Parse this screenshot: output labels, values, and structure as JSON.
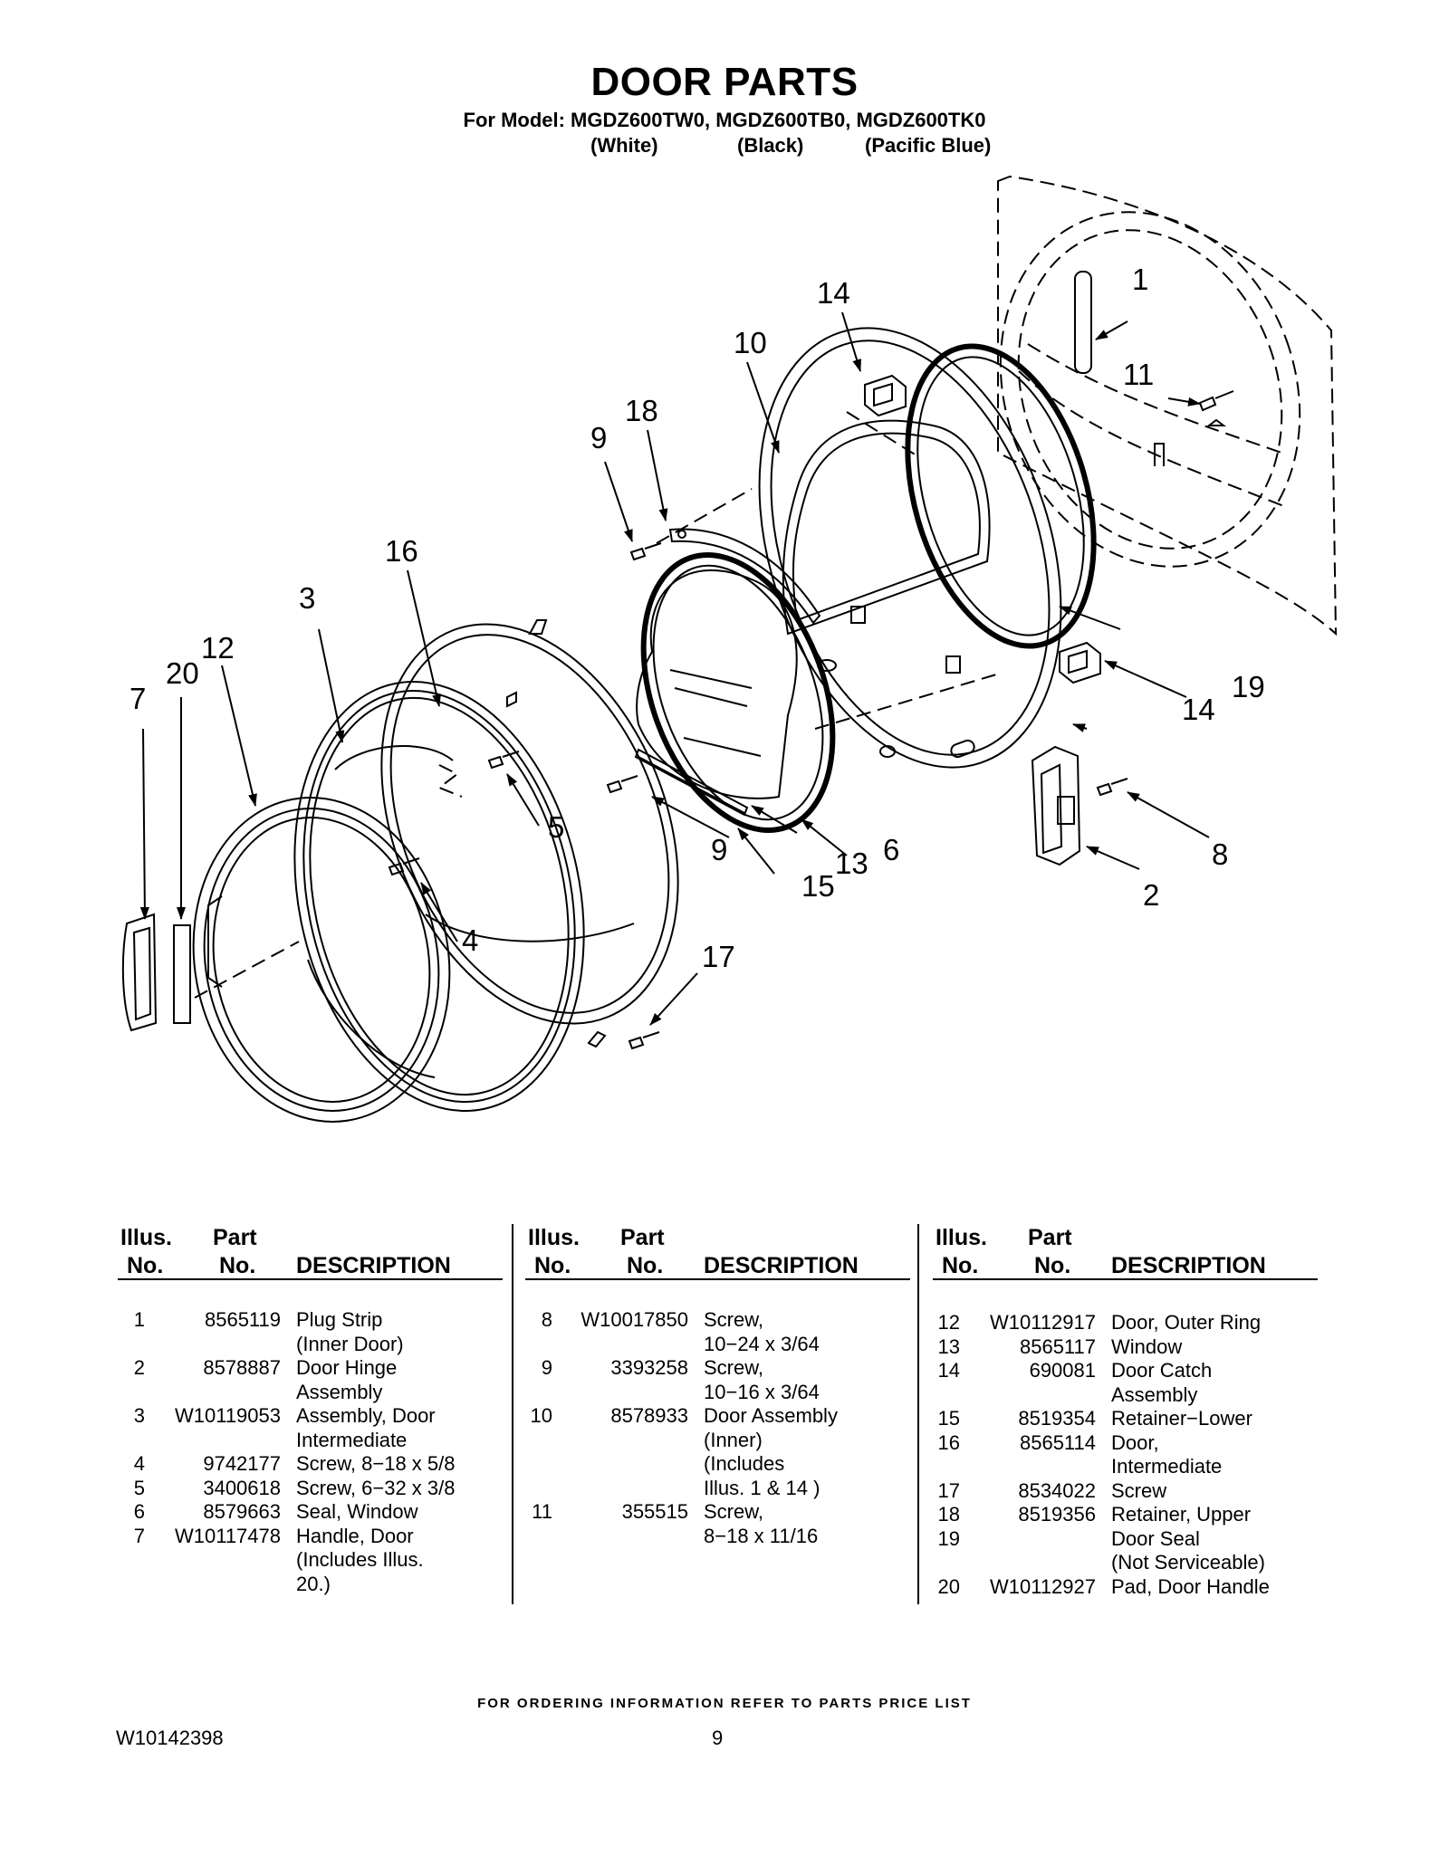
{
  "header": {
    "title": "DOOR PARTS",
    "subtitle": "For Model: MGDZ600TW0, MGDZ600TB0, MGDZ600TK0",
    "colors": [
      "(White)",
      "(Black)",
      "(Pacific Blue)"
    ]
  },
  "diagram": {
    "callouts": [
      "1",
      "2",
      "3",
      "4",
      "5",
      "6",
      "7",
      "8",
      "9",
      "9",
      "10",
      "11",
      "12",
      "13",
      "14",
      "14",
      "15",
      "16",
      "17",
      "18",
      "19",
      "20"
    ]
  },
  "table": {
    "headers": {
      "illus_1": "Illus.",
      "illus_2": "No.",
      "part_1": "Part",
      "part_2": "No.",
      "desc": "DESCRIPTION"
    },
    "columns": [
      [
        {
          "illus": "1",
          "part": "8565119",
          "desc": [
            "Plug Strip",
            "(Inner Door)"
          ]
        },
        {
          "illus": "2",
          "part": "8578887",
          "desc": [
            "Door Hinge",
            "Assembly"
          ]
        },
        {
          "illus": "3",
          "part": "W10119053",
          "desc": [
            "Assembly, Door",
            "Intermediate"
          ]
        },
        {
          "illus": "4",
          "part": "9742177",
          "desc": [
            "Screw, 8−18 x 5/8"
          ]
        },
        {
          "illus": "5",
          "part": "3400618",
          "desc": [
            "Screw, 6−32 x 3/8"
          ]
        },
        {
          "illus": "6",
          "part": "8579663",
          "desc": [
            "Seal, Window"
          ]
        },
        {
          "illus": "7",
          "part": "W10117478",
          "desc": [
            "Handle, Door",
            "(Includes Illus.",
            "20.)"
          ]
        }
      ],
      [
        {
          "illus": "8",
          "part": "W10017850",
          "desc": [
            "Screw,",
            "10−24 x 3/64"
          ]
        },
        {
          "illus": "9",
          "part": "3393258",
          "desc": [
            "Screw,",
            "10−16 x 3/64"
          ]
        },
        {
          "illus": "10",
          "part": "8578933",
          "desc": [
            "Door Assembly",
            "(Inner)",
            "(Includes",
            " Illus. 1 & 14 )"
          ]
        },
        {
          "illus": "11",
          "part": "355515",
          "desc": [
            "Screw,",
            "8−18 x 11/16"
          ]
        }
      ],
      [
        {
          "illus": "12",
          "part": "W10112917",
          "desc": [
            "Door, Outer Ring"
          ]
        },
        {
          "illus": "13",
          "part": "8565117",
          "desc": [
            "Window"
          ]
        },
        {
          "illus": "14",
          "part": "690081",
          "desc": [
            "Door Catch",
            " Assembly"
          ]
        },
        {
          "illus": "15",
          "part": "8519354",
          "desc": [
            "Retainer−Lower"
          ]
        },
        {
          "illus": "16",
          "part": "8565114",
          "desc": [
            "Door,",
            "Intermediate"
          ]
        },
        {
          "illus": "17",
          "part": "8534022",
          "desc": [
            "Screw"
          ]
        },
        {
          "illus": "18",
          "part": "8519356",
          "desc": [
            "Retainer, Upper"
          ]
        },
        {
          "illus": "19",
          "part": "",
          "desc": [
            "Door Seal",
            "(Not Serviceable)"
          ]
        },
        {
          "illus": "20",
          "part": "W10112927",
          "desc": [
            "Pad, Door Handle"
          ]
        }
      ]
    ]
  },
  "footer": {
    "note": "FOR ORDERING INFORMATION REFER TO PARTS PRICE LIST",
    "doc_number": "W10142398",
    "page_number": "9"
  }
}
